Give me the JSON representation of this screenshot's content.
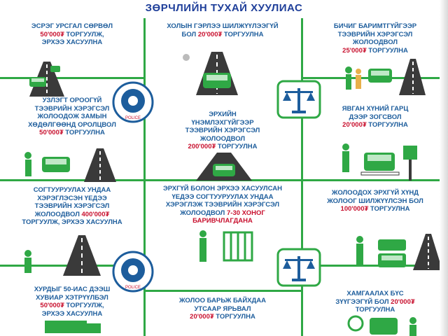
{
  "title": "ЗӨРЧЛИЙН ТУХАЙ ХУУЛИАС",
  "cells": [
    {
      "lines": [
        "ЭСРЭГ УРСГАЛ СӨРВӨЛ"
      ],
      "amount": "50'000₮",
      "tail": " ТОРГУУЛЖ,",
      "after": [
        "ЭРХЭЭ ХАСУУЛНА"
      ]
    },
    {
      "lines": [
        "ХОЛЫН ГЭРЛЭЭ ШИЛЖҮҮЛЭЭГҮЙ"
      ],
      "prefix": "БОЛ ",
      "amount": "20'000₮",
      "tail": " ТОРГУУЛНА",
      "after": []
    },
    {
      "lines": [
        "БИЧИГ БАРИМТГҮЙГЭЭР",
        "ТЭЭВРИЙН ХЭРЭГСЭЛ",
        "ЖОЛООДВОЛ"
      ],
      "amount": "25'000₮",
      "tail": " ТОРГУУЛНА",
      "after": []
    },
    {
      "lines": [
        "УЗЛЭГТ ОРООГҮЙ",
        "ТЭЭВРИЙН ХЭРЭГСЭЛ",
        "ЖОЛООДОЖ ЗАМЫН",
        "ХӨДӨЛГӨӨНД ОРОЛЦВОЛ"
      ],
      "amount": "50'000₮",
      "tail": " ТОРГУУЛНА",
      "after": []
    },
    {
      "lines": [
        "ЭРХИЙН",
        "ҮНЭМЛЭХГҮЙГЭЭР",
        "ТЭЭВРИЙН ХЭРЭГСЭЛ",
        "ЖОЛООДВОЛ"
      ],
      "amount": "200'000₮",
      "tail": " ТОРГУУЛНА",
      "after": []
    },
    {
      "lines": [
        "ЯВГАН ХҮНИЙ ГАРЦ",
        "ДЭЭР ЗОГСВОЛ"
      ],
      "amount": "20'000₮",
      "tail": " ТОРГУУЛНА",
      "after": []
    },
    {
      "lines": [
        "СОГТУУРУУЛАХ УНДАА",
        "ХЭРЭГЛЭСЭН ҮЕДЭЭ",
        "ТЭЭВРИЙН ХЭРЭГСЭЛ"
      ],
      "prefix": "ЖОЛООДВОЛ ",
      "amount": "400'000₮",
      "tail": "",
      "after": [
        "ТОРГУУЛЖ, ЭРХЭЭ ХАСУУЛНА"
      ]
    },
    {
      "lines": [
        "ЭРХГҮЙ БОЛОН ЭРХЭЭ ХАСУУЛСАН",
        "ҮЕДЭЭ СОГТУУРУУЛАХ УНДАА",
        "ХЭРЭГЛЭЖ ТЭЭВРИЙН ХЭРЭГСЭЛ"
      ],
      "prefix": "ЖОЛООДВОЛ ",
      "amount": "7-30 ХОНОГ",
      "tail": "",
      "after_red": "БАРИВЧЛАГДАНА"
    },
    {
      "lines": [
        "ЖОЛООДОХ ЭРХГҮЙ ХҮНД",
        "ЖОЛООГ ШИЛЖҮҮЛСЭН БОЛ"
      ],
      "amount": "100'000₮",
      "tail": " ТОРГУУЛНА",
      "after": []
    },
    {
      "lines": [
        "ХУРДЫГ 50-ИАС ДЭЭШ",
        "ХУВИАР ХЭТРҮҮЛБЭЛ"
      ],
      "amount": "50'000₮",
      "tail": " ТОРГУУЛЖ,",
      "after": [
        "ЭРХЭЭ ХАСУУЛНА"
      ]
    },
    {
      "lines": [
        "ЖОЛОО БАРЬЖ БАЙХДАА",
        "УТСААР ЯРЬВАЛ"
      ],
      "amount": "20'000₮",
      "tail": " ТОРГУУЛНА",
      "after": []
    },
    {
      "lines": [
        "ХАМГААЛАХ БҮС"
      ],
      "prefix": "ЗҮҮГЭЭГҮЙ БОЛ ",
      "amount": "20'000₮",
      "tail": "",
      "after": [
        "ТОРГУУЛНА"
      ]
    }
  ],
  "emblem_text": "POLICE",
  "colors": {
    "green": "#2fa845",
    "blue": "#1d5d9c",
    "red": "#c8102e",
    "title_blue": "#1f3f9a"
  }
}
